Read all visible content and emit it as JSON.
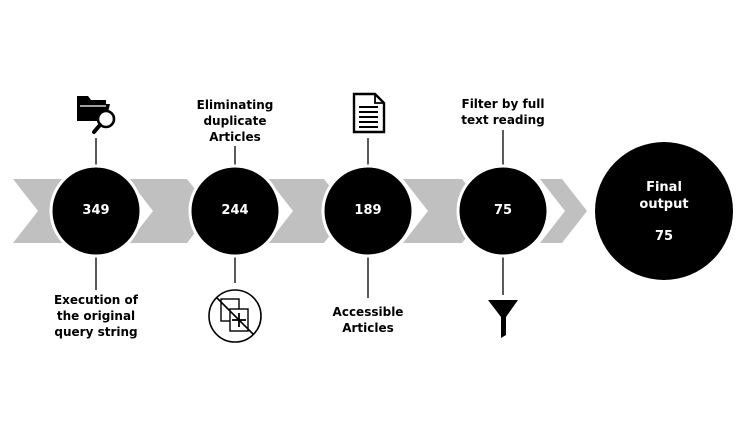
{
  "colors": {
    "chevron": "#c0c0c0",
    "node": "#000000",
    "node_outline": "#ffffff",
    "node_text": "#ffffff",
    "label_text": "#000000",
    "connector": "#000000"
  },
  "steps": [
    {
      "value": "349",
      "label": "Execution of\nthe original\nquery string",
      "icon": "folder-search-icon"
    },
    {
      "value": "244",
      "label": "Eliminating\nduplicate\nArticles",
      "icon": "remove-duplicate-icon"
    },
    {
      "value": "189",
      "label": "Accessible\nArticles",
      "icon": "document-icon"
    },
    {
      "value": "75",
      "label": "Filter by full\ntext reading",
      "icon": "filter-funnel-icon"
    }
  ],
  "final": {
    "title": "Final\noutput",
    "value": "75"
  }
}
